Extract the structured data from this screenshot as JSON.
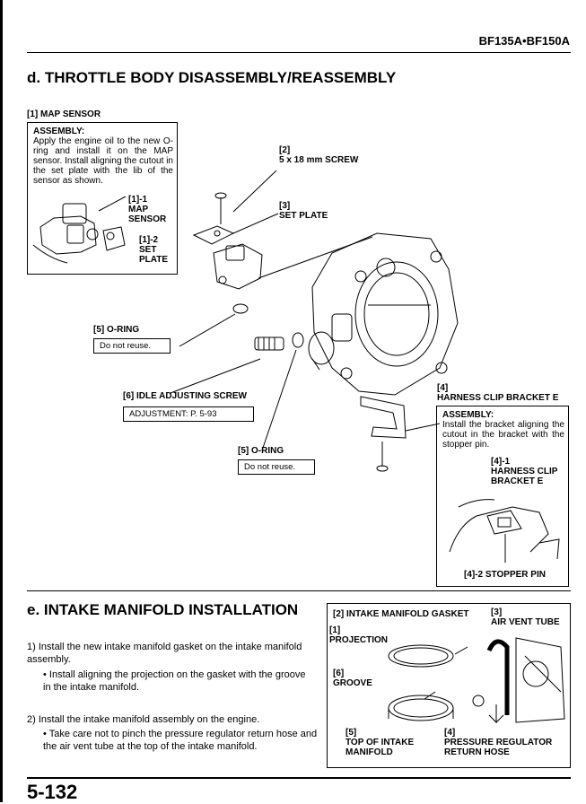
{
  "header": {
    "model": "BF135A•BF150A"
  },
  "section_d": {
    "title": "d. THROTTLE BODY DISASSEMBLY/REASSEMBLY",
    "map_sensor_label": "[1] MAP SENSOR",
    "assembly_box": {
      "title": "ASSEMBLY:",
      "text": "Apply the engine oil to the new O-ring and install it on the MAP sensor. Install aligning the cutout in the set plate with the lib of the sensor as shown.",
      "sub1": [
        "[1]-1",
        "MAP",
        "SENSOR"
      ],
      "sub2": [
        "[1]-2",
        "SET",
        "PLATE"
      ]
    },
    "screw": [
      "[2]",
      "5 x 18 mm SCREW"
    ],
    "set_plate": [
      "[3]",
      "SET PLATE"
    ],
    "o_ring_5a": {
      "label": "[5] O-RING",
      "note": "Do not reuse."
    },
    "idle_screw": {
      "label": "[6] IDLE ADJUSTING SCREW",
      "note": "ADJUSTMENT: P. 5-93"
    },
    "o_ring_5b": {
      "label": "[5] O-RING",
      "note": "Do not reuse."
    },
    "harness": {
      "label": [
        "[4]",
        "HARNESS CLIP BRACKET E"
      ],
      "title": "ASSEMBLY:",
      "text": "Install the bracket aligning the cutout in the bracket with the stopper pin.",
      "sub1": [
        "[4]-1",
        "HARNESS CLIP",
        "BRACKET E"
      ],
      "sub2": "[4]-2 STOPPER PIN"
    }
  },
  "section_e": {
    "title": "e. INTAKE MANIFOLD INSTALLATION",
    "step1": "1)  Install the new intake manifold gasket on the intake manifold assembly.",
    "step1_bullet": "• Install aligning the projection on the gasket with the groove in the intake manifold.",
    "step2": "2)  Install the intake manifold assembly on the engine.",
    "step2_bullet": "• Take care not to pinch the pressure regulator return hose and the air vent tube at the top of the intake manifold.",
    "fig": {
      "gasket": "[2] INTAKE MANIFOLD GASKET",
      "air_vent": [
        "[3]",
        "AIR VENT TUBE"
      ],
      "projection": [
        "[1]",
        "PROJECTION"
      ],
      "groove": [
        "[6]",
        "GROOVE"
      ],
      "top": [
        "[5]",
        "TOP OF INTAKE",
        "MANIFOLD"
      ],
      "pressure": [
        "[4]",
        "PRESSURE REGULATOR",
        "RETURN HOSE"
      ]
    }
  },
  "footer": {
    "page": "5-132"
  }
}
